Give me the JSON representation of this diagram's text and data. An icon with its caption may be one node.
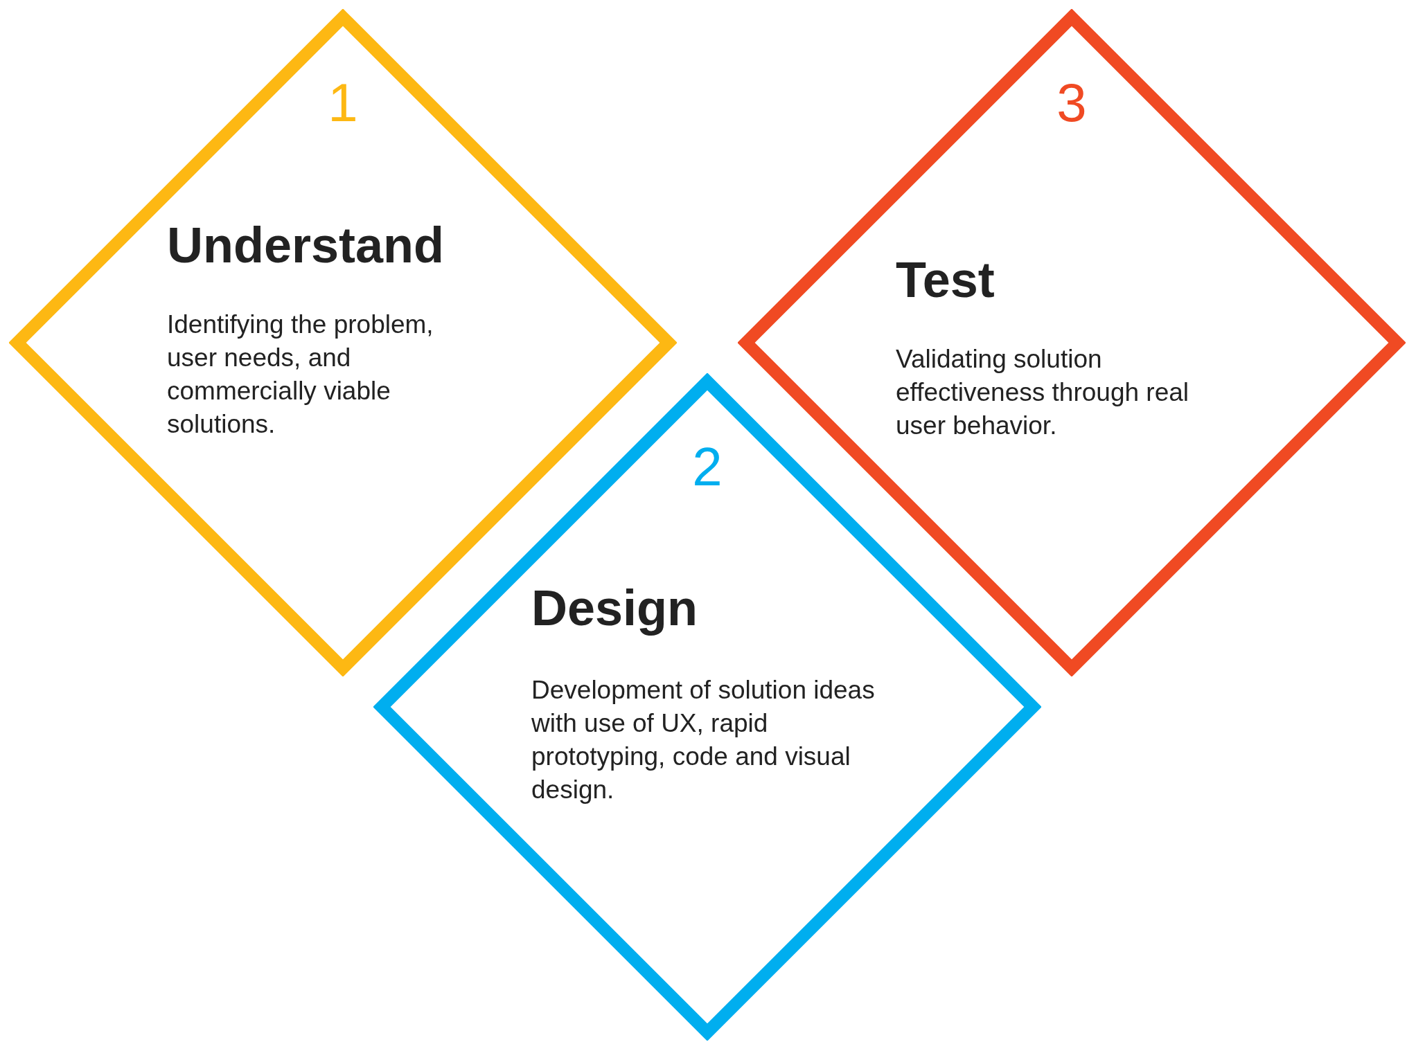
{
  "diagram": {
    "nodes": [
      {
        "text": [
          "1",
          "Understand",
          "Identifying the problem, user needs, and commercially viable solutions."
        ]
      },
      {
        "text": [
          "2",
          "Design",
          "Development of solution ideas with use of UX, rapid prototyping, code and visual design."
        ]
      },
      {
        "text": [
          "3",
          "Test",
          "Validating solution effectiveness through real user behavior."
        ]
      }
    ]
  }
}
